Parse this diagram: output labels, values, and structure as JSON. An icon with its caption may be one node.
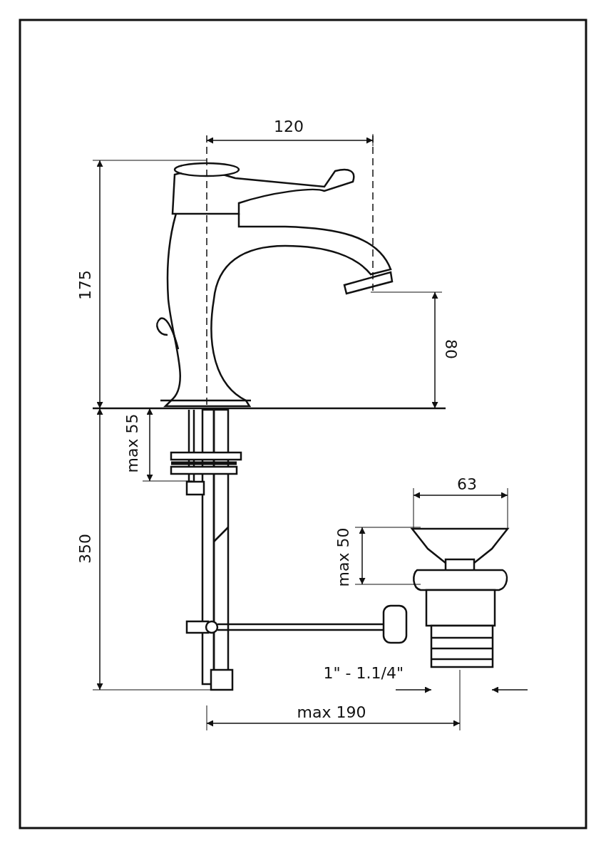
{
  "diagram": {
    "labels": [
      "120",
      "175",
      "80",
      "max 55",
      "350",
      "63",
      "max 50",
      "1\" - 1.1/4\"",
      "max 190"
    ]
  }
}
